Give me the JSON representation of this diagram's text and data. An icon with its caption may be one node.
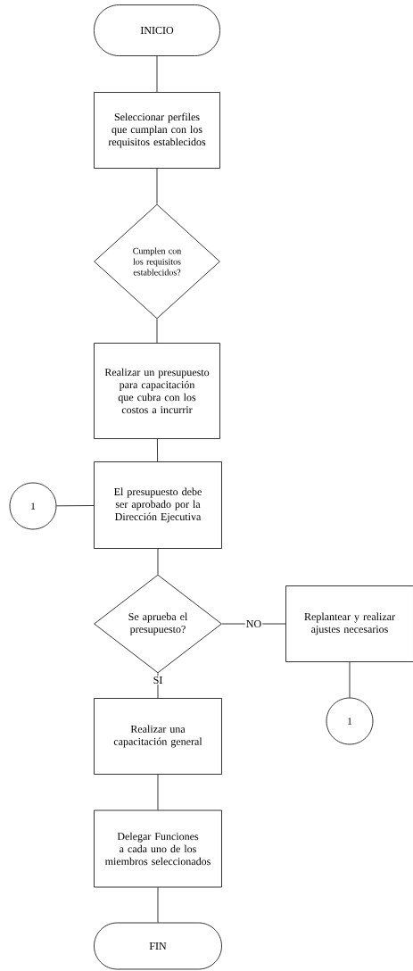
{
  "diagram": {
    "nodes": [
      {
        "text": [
          "INICIO"
        ]
      },
      {
        "text": [
          "Seleccionar perfiles que cumplan con los requisitos establecidos"
        ]
      },
      {
        "text": [
          "Cumplen con los requisitos establecidos?"
        ]
      },
      {
        "text": [
          "Realizar un presupuesto para capacitación que cubra con los costos a incurrir"
        ]
      },
      {
        "text": [
          "1"
        ]
      },
      {
        "text": [
          "El presupuesto debe ser aprobado por la Dirección Ejecutiva"
        ]
      },
      {
        "text": [
          "Se aprueba el presupuesto?"
        ]
      },
      {
        "text": [
          "Replantear y realizar ajustes necesarios"
        ]
      },
      {
        "text": [
          "1"
        ]
      },
      {
        "text": [
          "Realizar una capacitación general"
        ]
      },
      {
        "text": [
          "Delegar Funciones a cada uno de los miembros seleccionados"
        ]
      },
      {
        "text": [
          "FIN"
        ]
      }
    ],
    "edges": [
      {
        "from": 0,
        "to": 1,
        "arrow": "none"
      },
      {
        "from": 1,
        "to": 2,
        "arrow": "none"
      },
      {
        "from": 2,
        "to": 3,
        "arrow": "none"
      },
      {
        "from": 3,
        "to": 5,
        "arrow": "none"
      },
      {
        "from": 4,
        "to": 5,
        "arrow": "none"
      },
      {
        "from": 5,
        "to": 6,
        "arrow": "none"
      },
      {
        "from": 6,
        "to": 7,
        "label": "NO",
        "arrow": "none"
      },
      {
        "from": 7,
        "to": 8,
        "arrow": "none"
      },
      {
        "from": 6,
        "to": 9,
        "label": "SI",
        "arrow": "none"
      },
      {
        "from": 9,
        "to": 10,
        "arrow": "none"
      },
      {
        "from": 10,
        "to": 11,
        "arrow": "none"
      }
    ]
  }
}
